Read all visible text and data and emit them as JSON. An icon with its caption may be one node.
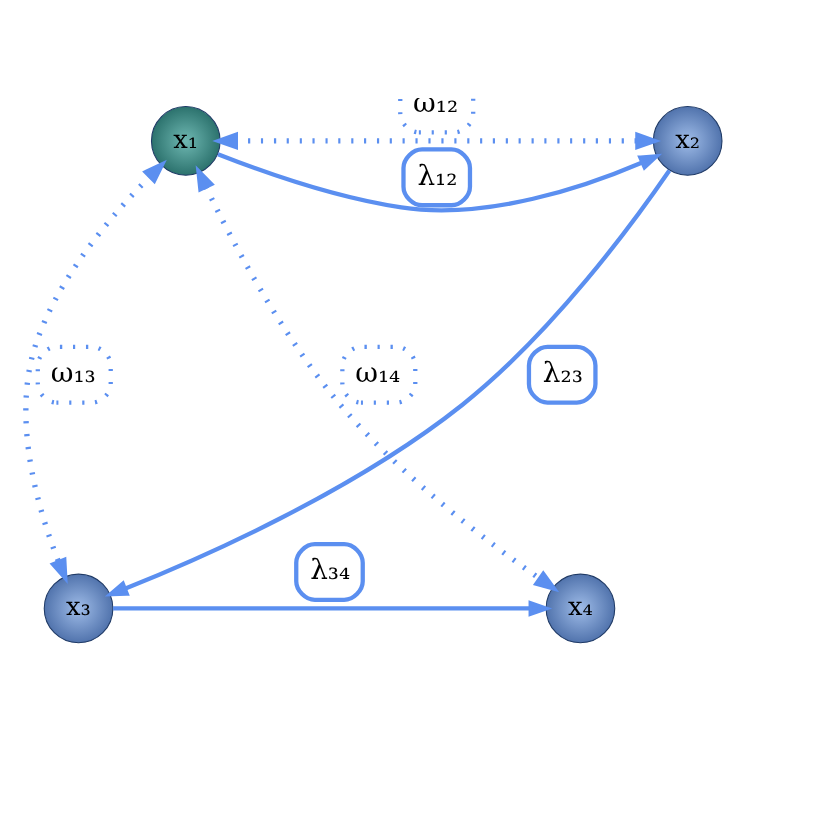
{
  "diagram": {
    "nodes": [
      {
        "text": [
          "x₁"
        ]
      },
      {
        "text": [
          "x₂"
        ]
      },
      {
        "text": [
          "x₃"
        ]
      },
      {
        "text": [
          "x₄"
        ]
      }
    ],
    "edges": [
      {
        "from": 0,
        "to": 1,
        "arrow": "both",
        "label": "ω₁₂",
        "style": "dashed"
      },
      {
        "from": 0,
        "to": 1,
        "arrow": "to",
        "label": "λ₁₂"
      },
      {
        "from": 1,
        "to": 2,
        "arrow": "to",
        "label": "λ₂₃"
      },
      {
        "from": 0,
        "to": 3,
        "arrow": "both",
        "label": "ω₁₄",
        "style": "dashed"
      },
      {
        "from": 0,
        "to": 2,
        "arrow": "both",
        "label": "ω₁₃",
        "style": "dashed"
      },
      {
        "from": 2,
        "to": 3,
        "arrow": "to",
        "label": "λ₃₄"
      }
    ]
  }
}
